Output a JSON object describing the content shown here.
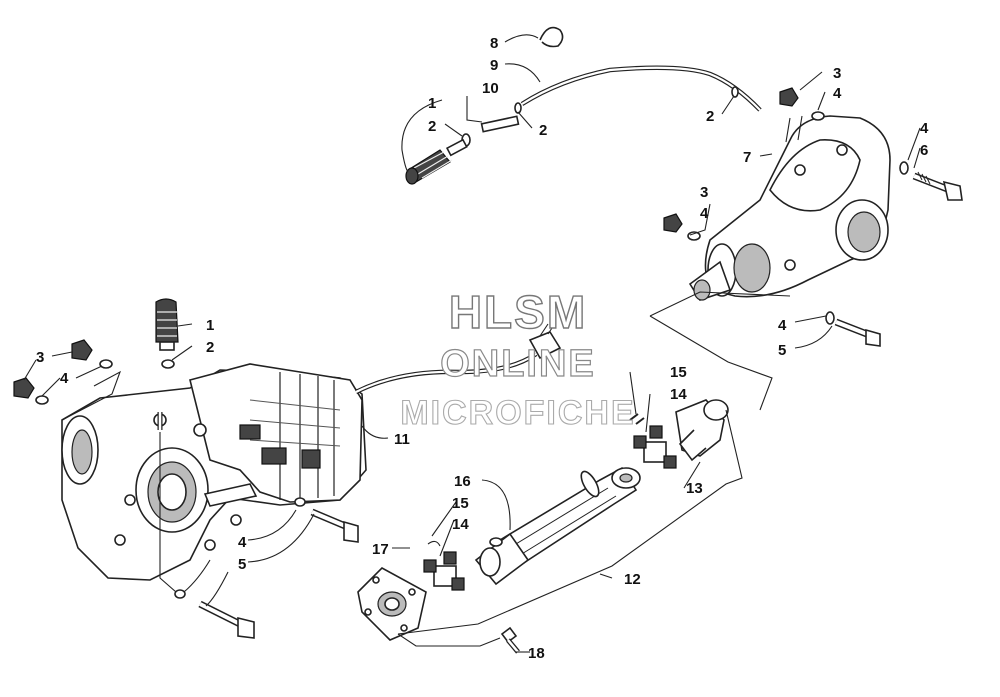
{
  "watermark": {
    "line1": "HLSM",
    "line2": "ONLINE",
    "line3": "MICROFICHE"
  },
  "callouts": [
    {
      "id": "c8",
      "text": "8"
    },
    {
      "id": "c9",
      "text": "9"
    },
    {
      "id": "c10",
      "text": "10"
    },
    {
      "id": "c1a",
      "text": "1"
    },
    {
      "id": "c2a",
      "text": "2"
    },
    {
      "id": "c2b",
      "text": "2"
    },
    {
      "id": "c2c",
      "text": "2"
    },
    {
      "id": "c3a",
      "text": "3"
    },
    {
      "id": "c4a",
      "text": "4"
    },
    {
      "id": "c4b",
      "text": "4"
    },
    {
      "id": "c6",
      "text": "6"
    },
    {
      "id": "c7",
      "text": "7"
    },
    {
      "id": "c3b",
      "text": "3"
    },
    {
      "id": "c4c",
      "text": "4"
    },
    {
      "id": "c4d",
      "text": "4"
    },
    {
      "id": "c5a",
      "text": "5"
    },
    {
      "id": "c1b",
      "text": "1"
    },
    {
      "id": "c2d",
      "text": "2"
    },
    {
      "id": "c3c",
      "text": "3"
    },
    {
      "id": "c4e",
      "text": "4"
    },
    {
      "id": "c11",
      "text": "11"
    },
    {
      "id": "c15a",
      "text": "15"
    },
    {
      "id": "c14a",
      "text": "14"
    },
    {
      "id": "c13",
      "text": "13"
    },
    {
      "id": "c16",
      "text": "16"
    },
    {
      "id": "c15b",
      "text": "15"
    },
    {
      "id": "c14b",
      "text": "14"
    },
    {
      "id": "c17",
      "text": "17"
    },
    {
      "id": "c12",
      "text": "12"
    },
    {
      "id": "c4f",
      "text": "4"
    },
    {
      "id": "c5b",
      "text": "5"
    },
    {
      "id": "c18",
      "text": "18"
    }
  ]
}
